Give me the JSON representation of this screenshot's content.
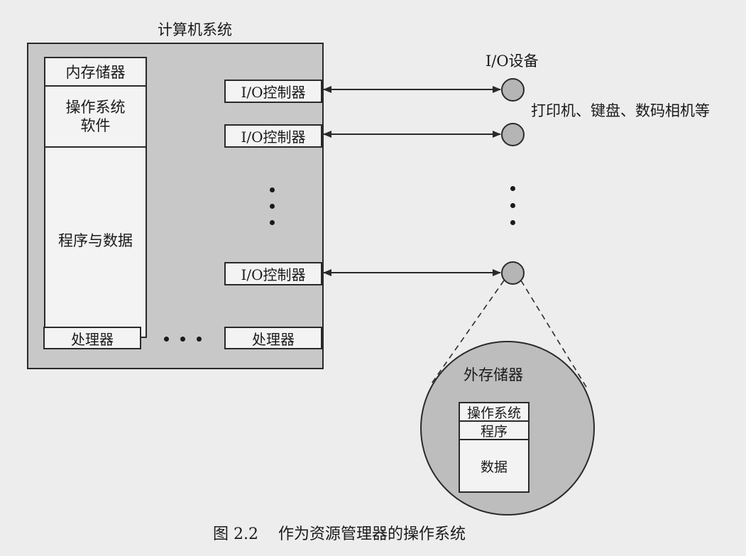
{
  "system": {
    "title": "计算机系统",
    "memory": {
      "title": "内存储器",
      "os_software": [
        "操作系统",
        "软件"
      ],
      "program_data": "程序与数据"
    },
    "controllers": [
      "I/O控制器",
      "I/O控制器",
      "I/O控制器"
    ],
    "processors": [
      "处理器",
      "处理器"
    ]
  },
  "devices": {
    "title": "I/O设备",
    "examples": "打印机、键盘、数码相机等"
  },
  "storage": {
    "title": "外存储器",
    "segments": [
      "操作系统",
      "程序",
      "数据"
    ]
  },
  "caption": "图 2.2    作为资源管理器的操作系统",
  "colors": {
    "box_fill": "#c8c8c8",
    "inner_fill": "#f3f3f3",
    "device_fill": "#b5b5b5",
    "line": "#2a2a2a"
  }
}
